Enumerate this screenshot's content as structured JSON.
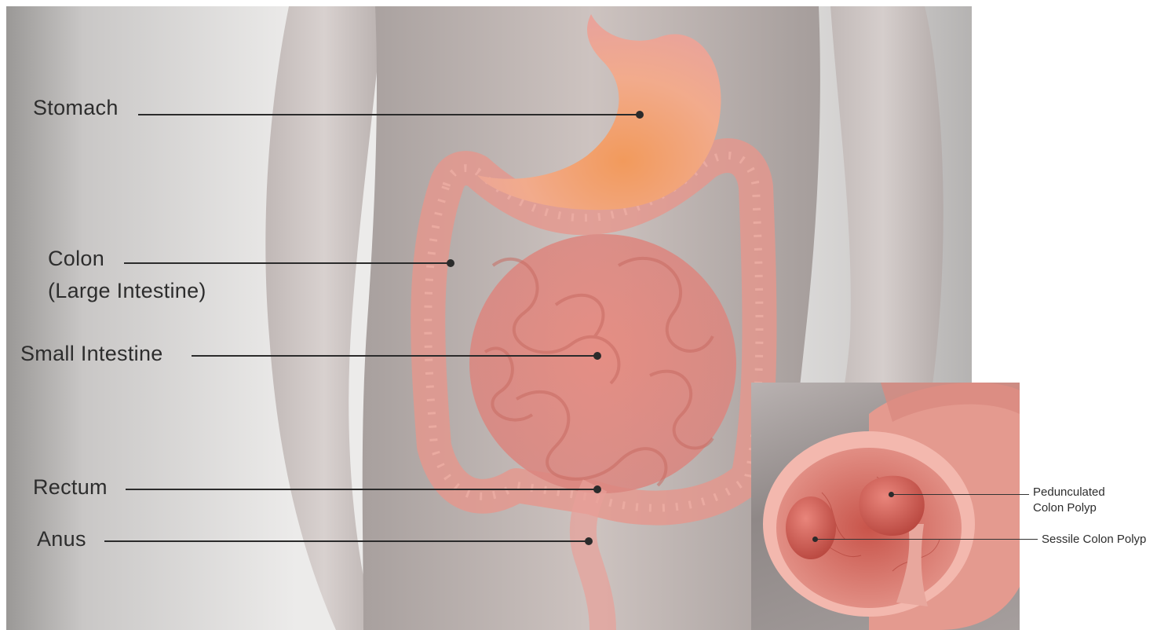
{
  "main_labels": {
    "stomach": "Stomach",
    "colon_line1": "Colon",
    "colon_line2": "(Large Intestine)",
    "small_intestine": "Small Intestine",
    "rectum": "Rectum",
    "anus": "Anus"
  },
  "inset_labels": {
    "pedunculated_line1": "Pedunculated",
    "pedunculated_line2": "Colon Polyp",
    "sessile": "Sessile Colon Polyp"
  },
  "colors": {
    "tissue": "#e58a80",
    "stomach": "#f2a070",
    "label_text": "#2d2d2d"
  }
}
